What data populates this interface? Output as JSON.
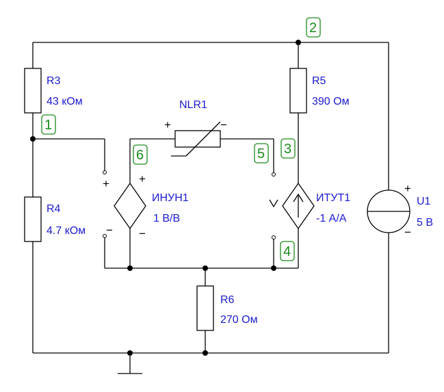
{
  "components": {
    "r3": {
      "name": "R3",
      "value": "43 кОм"
    },
    "r4": {
      "name": "R4",
      "value": "4.7 кОм"
    },
    "r5": {
      "name": "R5",
      "value": "390 Ом"
    },
    "r6": {
      "name": "R6",
      "value": "270 Ом"
    },
    "nlr1": {
      "name": "NLR1"
    },
    "inun1": {
      "name": "ИНУН1",
      "value": "1 В/В"
    },
    "itut1": {
      "name": "ИТУТ1",
      "value": "-1 А/А"
    },
    "u1": {
      "name": "U1",
      "value": "5 В"
    }
  },
  "nodes": [
    "1",
    "2",
    "3",
    "4",
    "5",
    "6"
  ],
  "signs": {
    "plus": "+",
    "minus": "−"
  }
}
